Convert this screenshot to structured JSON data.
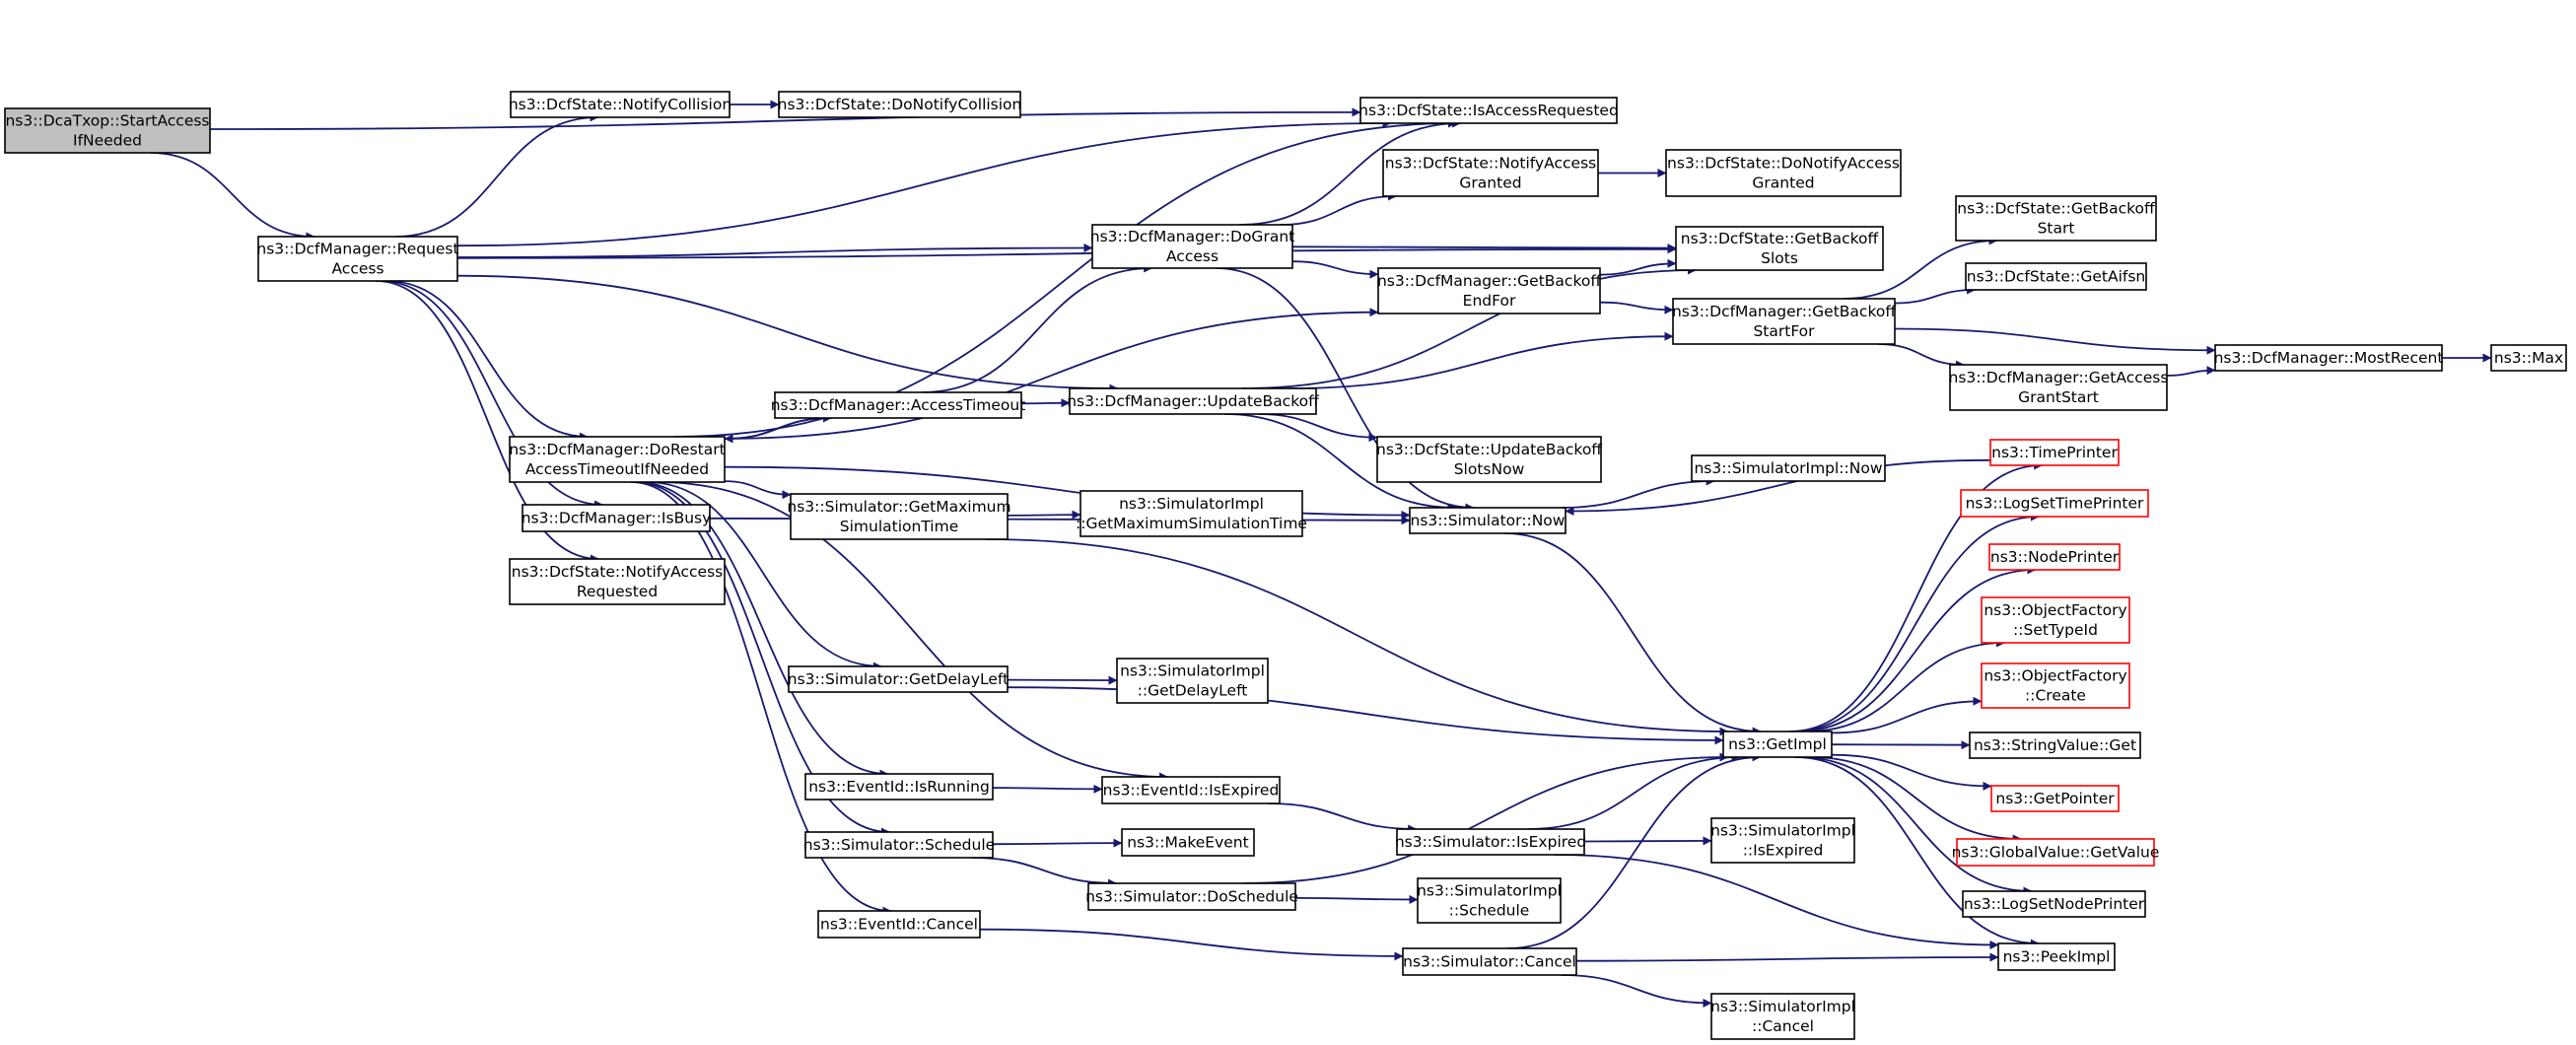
{
  "colors": {
    "edge": "#191970",
    "node_border": "#000000",
    "external_border": "#ff0000",
    "root_fill": "#bfbfbf"
  },
  "nodes": [
    {
      "id": "startaccess",
      "lines": [
        "ns3::DcaTxop::StartAccess",
        "IfNeeded"
      ]
    },
    {
      "id": "requestaccess",
      "lines": [
        "ns3::DcfManager::Request",
        "Access"
      ]
    },
    {
      "id": "notifycollision",
      "lines": [
        "ns3::DcfState::NotifyCollision"
      ]
    },
    {
      "id": "donotifycollision",
      "lines": [
        "ns3::DcfState::DoNotifyCollision"
      ]
    },
    {
      "id": "isaccessrequested",
      "lines": [
        "ns3::DcfState::IsAccessRequested"
      ]
    },
    {
      "id": "notifyaccessgranted",
      "lines": [
        "ns3::DcfState::NotifyAccess",
        "Granted"
      ]
    },
    {
      "id": "donotifyaccessgranted",
      "lines": [
        "ns3::DcfState::DoNotifyAccess",
        "Granted"
      ]
    },
    {
      "id": "dograntaccess",
      "lines": [
        "ns3::DcfManager::DoGrant",
        "Access"
      ]
    },
    {
      "id": "getbackoffslots",
      "lines": [
        "ns3::DcfState::GetBackoff",
        "Slots"
      ]
    },
    {
      "id": "getbackoffstart",
      "lines": [
        "ns3::DcfState::GetBackoff",
        "Start"
      ]
    },
    {
      "id": "getbackoffendfor",
      "lines": [
        "ns3::DcfManager::GetBackoff",
        "EndFor"
      ]
    },
    {
      "id": "getaifsn",
      "lines": [
        "ns3::DcfState::GetAifsn"
      ]
    },
    {
      "id": "getbackoffstartfor",
      "lines": [
        "ns3::DcfManager::GetBackoff",
        "StartFor"
      ]
    },
    {
      "id": "mostrecent",
      "lines": [
        "ns3::DcfManager::MostRecent"
      ]
    },
    {
      "id": "max",
      "lines": [
        "ns3::Max"
      ]
    },
    {
      "id": "getaccessgrantstart",
      "lines": [
        "ns3::DcfManager::GetAccess",
        "GrantStart"
      ]
    },
    {
      "id": "accesstimeout",
      "lines": [
        "ns3::DcfManager::AccessTimeout"
      ]
    },
    {
      "id": "updatebackoff",
      "lines": [
        "ns3::DcfManager::UpdateBackoff"
      ]
    },
    {
      "id": "dorestart",
      "lines": [
        "ns3::DcfManager::DoRestart",
        "AccessTimeoutIfNeeded"
      ]
    },
    {
      "id": "updatebackoffslotsnow",
      "lines": [
        "ns3::DcfState::UpdateBackoff",
        "SlotsNow"
      ]
    },
    {
      "id": "simimplnow",
      "lines": [
        "ns3::SimulatorImpl::Now"
      ]
    },
    {
      "id": "simnow",
      "lines": [
        "ns3::Simulator::Now"
      ]
    },
    {
      "id": "isbusy",
      "lines": [
        "ns3::DcfManager::IsBusy"
      ]
    },
    {
      "id": "getmaxsimtime",
      "lines": [
        "ns3::Simulator::GetMaximum",
        "SimulationTime"
      ]
    },
    {
      "id": "implgetmaxsimtime",
      "lines": [
        "ns3::SimulatorImpl",
        "::GetMaximumSimulationTime"
      ]
    },
    {
      "id": "notifyaccessrequested",
      "lines": [
        "ns3::DcfState::NotifyAccess",
        "Requested"
      ]
    },
    {
      "id": "timeprinter",
      "lines": [
        "ns3::TimePrinter"
      ]
    },
    {
      "id": "logsettimeprinter",
      "lines": [
        "ns3::LogSetTimePrinter"
      ]
    },
    {
      "id": "nodeprinter",
      "lines": [
        "ns3::NodePrinter"
      ]
    },
    {
      "id": "settypeid",
      "lines": [
        "ns3::ObjectFactory",
        "::SetTypeId"
      ]
    },
    {
      "id": "create",
      "lines": [
        "ns3::ObjectFactory",
        "::Create"
      ]
    },
    {
      "id": "getdelayleft",
      "lines": [
        "ns3::Simulator::GetDelayLeft"
      ]
    },
    {
      "id": "implgetdelayleft",
      "lines": [
        "ns3::SimulatorImpl",
        "::GetDelayLeft"
      ]
    },
    {
      "id": "getimpl",
      "lines": [
        "ns3::GetImpl"
      ]
    },
    {
      "id": "stringvalueget",
      "lines": [
        "ns3::StringValue::Get"
      ]
    },
    {
      "id": "eventisrunning",
      "lines": [
        "ns3::EventId::IsRunning"
      ]
    },
    {
      "id": "eventisexpired",
      "lines": [
        "ns3::EventId::IsExpired"
      ]
    },
    {
      "id": "getpointer",
      "lines": [
        "ns3::GetPointer"
      ]
    },
    {
      "id": "simisexpired",
      "lines": [
        "ns3::Simulator::IsExpired"
      ]
    },
    {
      "id": "implisexpired",
      "lines": [
        "ns3::SimulatorImpl",
        "::IsExpired"
      ]
    },
    {
      "id": "globalvalueget",
      "lines": [
        "ns3::GlobalValue::GetValue"
      ]
    },
    {
      "id": "simschedule",
      "lines": [
        "ns3::Simulator::Schedule"
      ]
    },
    {
      "id": "makeevent",
      "lines": [
        "ns3::MakeEvent"
      ]
    },
    {
      "id": "doschedule",
      "lines": [
        "ns3::Simulator::DoSchedule"
      ]
    },
    {
      "id": "implschedule",
      "lines": [
        "ns3::SimulatorImpl",
        "::Schedule"
      ]
    },
    {
      "id": "logsetnodeprinter",
      "lines": [
        "ns3::LogSetNodePrinter"
      ]
    },
    {
      "id": "eventcancel",
      "lines": [
        "ns3::EventId::Cancel"
      ]
    },
    {
      "id": "simcancel",
      "lines": [
        "ns3::Simulator::Cancel"
      ]
    },
    {
      "id": "peekimpl",
      "lines": [
        "ns3::PeekImpl"
      ]
    },
    {
      "id": "implcancel",
      "lines": [
        "ns3::SimulatorImpl",
        "::Cancel"
      ]
    }
  ],
  "edges": [
    [
      "startaccess",
      "requestaccess"
    ],
    [
      "startaccess",
      "isaccessrequested"
    ],
    [
      "requestaccess",
      "notifycollision"
    ],
    [
      "requestaccess",
      "isaccessrequested"
    ],
    [
      "requestaccess",
      "getbackoffslots"
    ],
    [
      "requestaccess",
      "dograntaccess"
    ],
    [
      "requestaccess",
      "updatebackoff"
    ],
    [
      "requestaccess",
      "dorestart"
    ],
    [
      "requestaccess",
      "isbusy"
    ],
    [
      "requestaccess",
      "notifyaccessrequested"
    ],
    [
      "notifycollision",
      "donotifycollision"
    ],
    [
      "dograntaccess",
      "isaccessrequested"
    ],
    [
      "dograntaccess",
      "notifyaccessgranted"
    ],
    [
      "dograntaccess",
      "getbackoffslots"
    ],
    [
      "dograntaccess",
      "getbackoffendfor"
    ],
    [
      "dograntaccess",
      "simnow"
    ],
    [
      "notifyaccessgranted",
      "donotifyaccessgranted"
    ],
    [
      "getbackoffendfor",
      "getbackoffslots"
    ],
    [
      "getbackoffendfor",
      "getbackoffstartfor"
    ],
    [
      "getbackoffstartfor",
      "getbackoffstart"
    ],
    [
      "getbackoffstartfor",
      "getaifsn"
    ],
    [
      "getbackoffstartfor",
      "mostrecent"
    ],
    [
      "getbackoffstartfor",
      "getaccessgrantstart"
    ],
    [
      "getaccessgrantstart",
      "mostrecent"
    ],
    [
      "mostrecent",
      "max"
    ],
    [
      "accesstimeout",
      "dograntaccess"
    ],
    [
      "accesstimeout",
      "updatebackoff"
    ],
    [
      "accesstimeout",
      "dorestart"
    ],
    [
      "updatebackoff",
      "getbackoffslots"
    ],
    [
      "updatebackoff",
      "getbackoffstartfor"
    ],
    [
      "updatebackoff",
      "updatebackoffslotsnow"
    ],
    [
      "updatebackoff",
      "simnow"
    ],
    [
      "dorestart",
      "isaccessrequested"
    ],
    [
      "dorestart",
      "getbackoffendfor"
    ],
    [
      "dorestart",
      "accesstimeout"
    ],
    [
      "dorestart",
      "simnow"
    ],
    [
      "dorestart",
      "getmaxsimtime"
    ],
    [
      "dorestart",
      "getdelayleft"
    ],
    [
      "dorestart",
      "eventisrunning"
    ],
    [
      "dorestart",
      "eventisexpired"
    ],
    [
      "dorestart",
      "simschedule"
    ],
    [
      "dorestart",
      "eventcancel"
    ],
    [
      "isbusy",
      "simnow"
    ],
    [
      "getmaxsimtime",
      "implgetmaxsimtime"
    ],
    [
      "getmaxsimtime",
      "getimpl"
    ],
    [
      "simnow",
      "simimplnow"
    ],
    [
      "simnow",
      "getimpl"
    ],
    [
      "getdelayleft",
      "implgetdelayleft"
    ],
    [
      "getdelayleft",
      "getimpl"
    ],
    [
      "eventisrunning",
      "eventisexpired"
    ],
    [
      "eventisexpired",
      "simisexpired"
    ],
    [
      "simisexpired",
      "getimpl"
    ],
    [
      "simisexpired",
      "implisexpired"
    ],
    [
      "simisexpired",
      "peekimpl"
    ],
    [
      "simschedule",
      "makeevent"
    ],
    [
      "simschedule",
      "doschedule"
    ],
    [
      "doschedule",
      "getimpl"
    ],
    [
      "doschedule",
      "implschedule"
    ],
    [
      "eventcancel",
      "simcancel"
    ],
    [
      "simcancel",
      "getimpl"
    ],
    [
      "simcancel",
      "peekimpl"
    ],
    [
      "simcancel",
      "implcancel"
    ],
    [
      "getimpl",
      "timeprinter"
    ],
    [
      "getimpl",
      "logsettimeprinter"
    ],
    [
      "getimpl",
      "nodeprinter"
    ],
    [
      "getimpl",
      "settypeid"
    ],
    [
      "getimpl",
      "create"
    ],
    [
      "getimpl",
      "stringvalueget"
    ],
    [
      "getimpl",
      "getpointer"
    ],
    [
      "getimpl",
      "globalvalueget"
    ],
    [
      "getimpl",
      "logsetnodeprinter"
    ],
    [
      "getimpl",
      "peekimpl"
    ],
    [
      "timeprinter",
      "simnow"
    ]
  ]
}
